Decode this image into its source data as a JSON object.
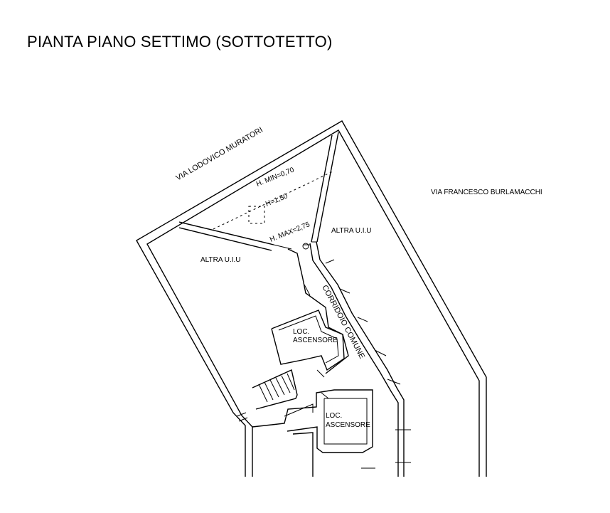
{
  "title": "PIANTA PIANO SETTIMO (SOTTOTETTO)",
  "labels": {
    "street_muratori": "VIA LODOVICO MURATORI",
    "street_burlamacchi": "VIA FRANCESCO BURLAMACCHI",
    "h_min": "H. MIN=0,70",
    "h_mid": "H=1,50",
    "h_max": "H. MAX=2,75",
    "other_unit_right": "ALTRA U.I.U",
    "other_unit_left": "ALTRA U.I.U",
    "corridor": "CORRIDOIO COMUNE",
    "elevator_room_1_line1": "LOC.",
    "elevator_room_1_line2": "ASCENSORE",
    "elevator_room_2_line1": "LOC.",
    "elevator_room_2_line2": "ASCENSORE"
  }
}
